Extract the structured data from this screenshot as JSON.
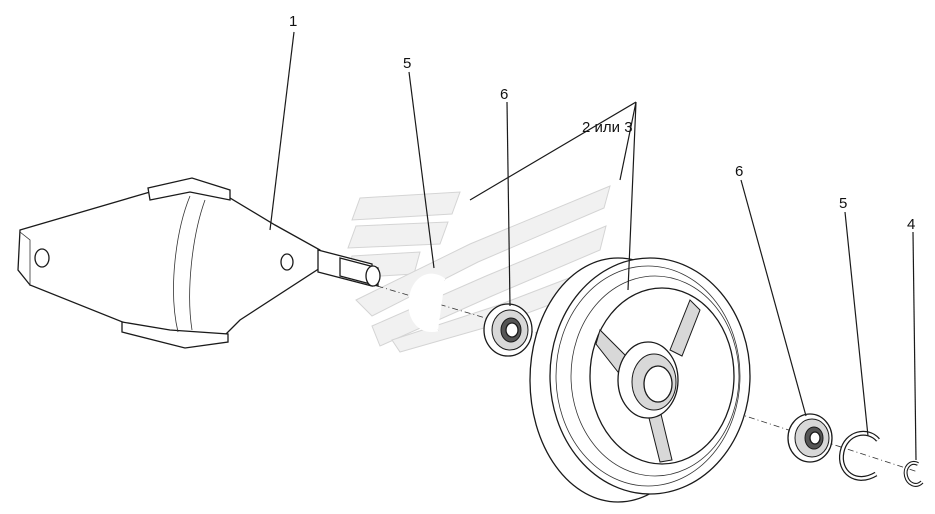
{
  "diagram": {
    "callouts": [
      {
        "id": "c1",
        "label": "1"
      },
      {
        "id": "c5a",
        "label": "5"
      },
      {
        "id": "c6a",
        "label": "6"
      },
      {
        "id": "c23",
        "label": "2 или 3"
      },
      {
        "id": "c6b",
        "label": "6"
      },
      {
        "id": "c5b",
        "label": "5"
      },
      {
        "id": "c4",
        "label": "4"
      }
    ]
  }
}
